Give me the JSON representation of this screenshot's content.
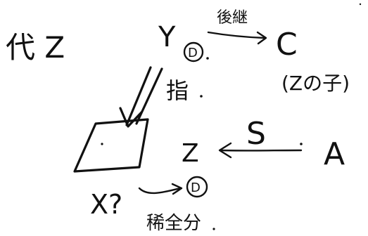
{
  "labels": {
    "title": "代 Z",
    "node_y": "Y",
    "node_c": "C",
    "c_annotation": "(Zの子)",
    "edge_y_c": "後継",
    "node_y_circle": "D",
    "edge_parallelogram": "指",
    "node_z": "Z",
    "node_s": "S",
    "node_a": "A",
    "x_question": "X?",
    "node_x_circle": "D",
    "bottom_note": "稀全分"
  }
}
